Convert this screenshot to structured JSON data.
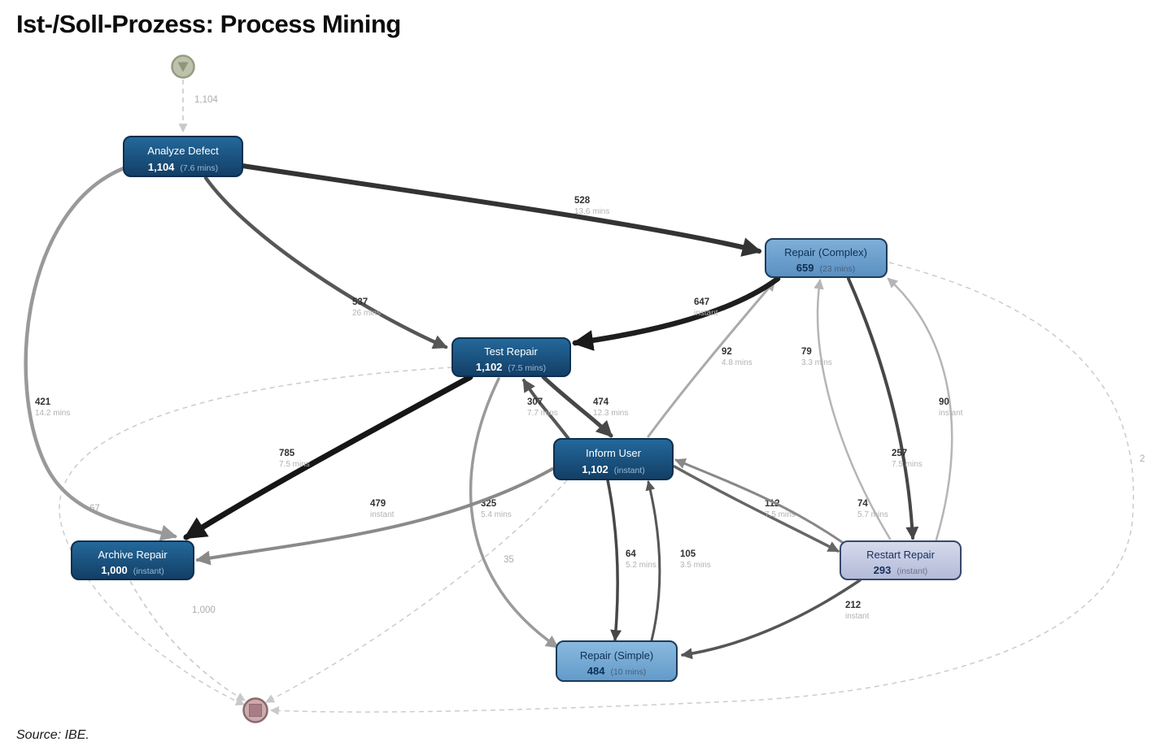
{
  "title": "Ist-/Soll-Prozess: Process Mining",
  "source": "Source: IBE.",
  "nodes": {
    "analyze_defect": {
      "label": "Analyze Defect",
      "count": "1,104",
      "duration": "(7.6 mins)"
    },
    "repair_complex": {
      "label": "Repair (Complex)",
      "count": "659",
      "duration": "(23 mins)"
    },
    "test_repair": {
      "label": "Test Repair",
      "count": "1,102",
      "duration": "(7.5 mins)"
    },
    "inform_user": {
      "label": "Inform User",
      "count": "1,102",
      "duration": "(instant)"
    },
    "archive_repair": {
      "label": "Archive Repair",
      "count": "1,000",
      "duration": "(instant)"
    },
    "restart_repair": {
      "label": "Restart Repair",
      "count": "293",
      "duration": "(instant)"
    },
    "repair_simple": {
      "label": "Repair (Simple)",
      "count": "484",
      "duration": "(10 mins)"
    }
  },
  "edges": {
    "start_to_analyze": {
      "count": "1,104",
      "duration": ""
    },
    "analyze_to_complex": {
      "count": "528",
      "duration": "13.6 mins"
    },
    "analyze_to_test": {
      "count": "537",
      "duration": "26 mins"
    },
    "complex_to_test": {
      "count": "647",
      "duration": "instant"
    },
    "inform_to_complex": {
      "count": "92",
      "duration": "4.8 mins"
    },
    "restart_to_complex_inner": {
      "count": "79",
      "duration": "3.3 mins"
    },
    "analyze_to_archive": {
      "count": "421",
      "duration": "14.2 mins"
    },
    "inform_to_test": {
      "count": "307",
      "duration": "7.7 mins"
    },
    "test_to_inform": {
      "count": "474",
      "duration": "12.3 mins"
    },
    "restart_to_complex_outer": {
      "count": "90",
      "duration": "instant"
    },
    "test_to_archive": {
      "count": "785",
      "duration": "7.5 mins"
    },
    "complex_to_restart": {
      "count": "257",
      "duration": "7.5 mins"
    },
    "to_end_right": {
      "count": "2",
      "duration": ""
    },
    "inform_to_archive": {
      "count": "479",
      "duration": "instant"
    },
    "test_to_simple": {
      "count": "325",
      "duration": "5.4 mins"
    },
    "inform_to_restart": {
      "count": "112",
      "duration": "7.5 mins"
    },
    "restart_to_inform": {
      "count": "74",
      "duration": "5.7 mins"
    },
    "to_end_left": {
      "count": "67",
      "duration": ""
    },
    "inform_to_simple": {
      "count": "64",
      "duration": "5.2 mins"
    },
    "simple_to_inform": {
      "count": "105",
      "duration": "3.5 mins"
    },
    "to_end_mid": {
      "count": "35",
      "duration": ""
    },
    "restart_to_simple": {
      "count": "212",
      "duration": "instant"
    },
    "archive_to_end": {
      "count": "1,000",
      "duration": ""
    }
  }
}
